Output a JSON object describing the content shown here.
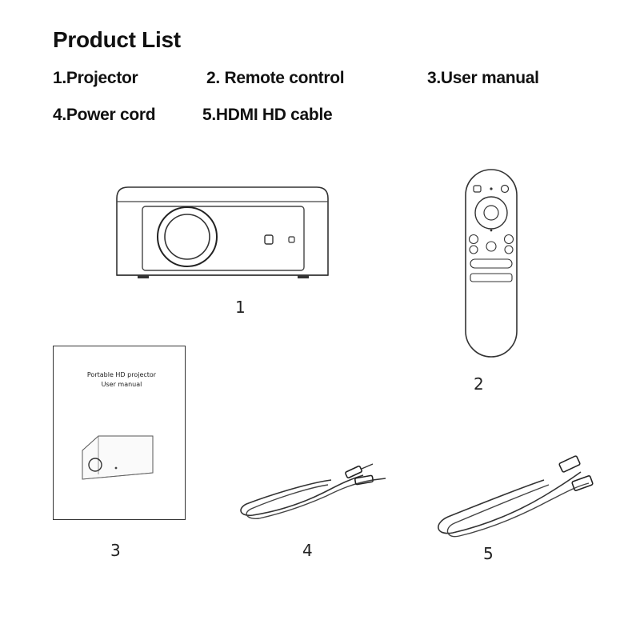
{
  "header": {
    "title": "Product List"
  },
  "items": [
    {
      "label": "1.Projector",
      "number": "1"
    },
    {
      "label": "2. Remote control",
      "number": "2"
    },
    {
      "label": "3.User manual",
      "number": "3"
    },
    {
      "label": "4.Power cord",
      "number": "4"
    },
    {
      "label": "5.HDMI HD cable",
      "number": "5"
    }
  ],
  "manual_cover": {
    "line1": "Portable HD projector",
    "line2": "User manual"
  }
}
